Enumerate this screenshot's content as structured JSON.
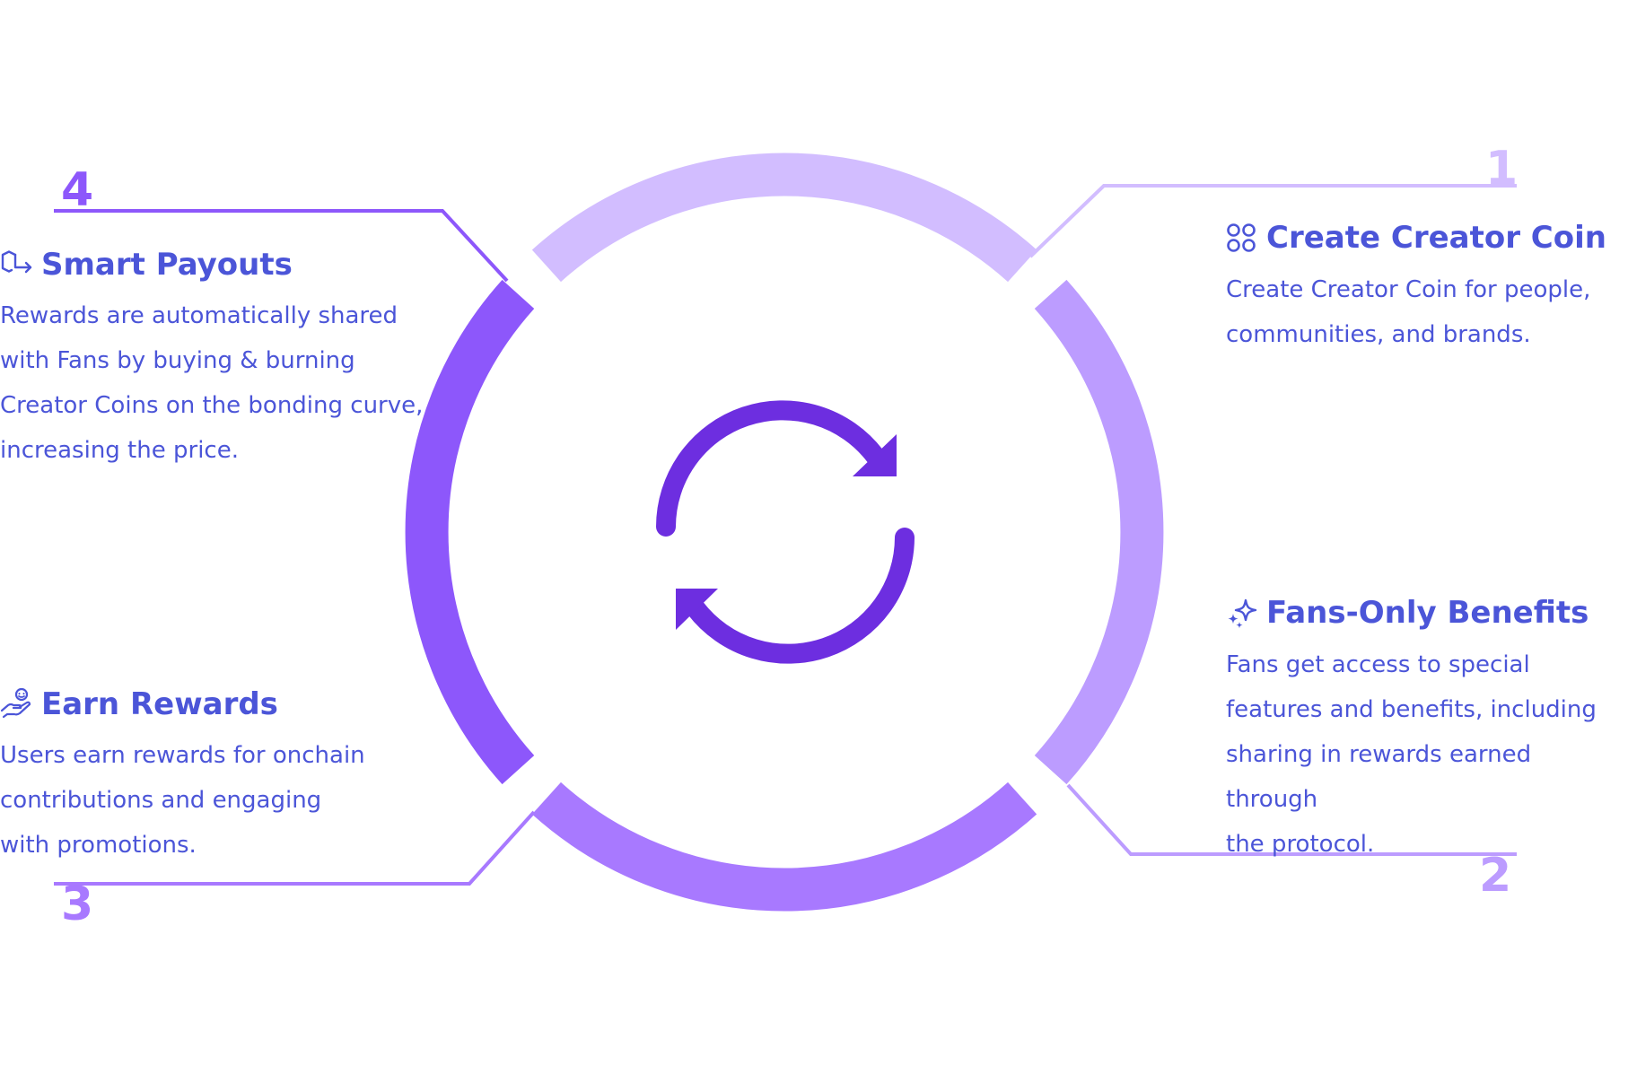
{
  "colors": {
    "text": "#4b55d8",
    "step1": "#d2bdff",
    "step2": "#bc9cff",
    "step3": "#a879ff",
    "step4": "#8d57fb",
    "center_icon": "#6d2ee0"
  },
  "steps": [
    {
      "number": "1",
      "title": "Create Creator Coin",
      "icon": "four-circles-icon",
      "description": [
        "Create Creator Coin for people,",
        "communities, and brands."
      ]
    },
    {
      "number": "2",
      "title": "Fans-Only Benefits",
      "icon": "sparkles-icon",
      "description": [
        "Fans get access to special",
        "features and benefits, including",
        "sharing in rewards earned through",
        "the protocol."
      ]
    },
    {
      "number": "3",
      "title": "Earn Rewards",
      "icon": "hand-coin-icon",
      "description": [
        "Users earn rewards for onchain",
        "contributions and engaging",
        "with promotions."
      ]
    },
    {
      "number": "4",
      "title": "Smart Payouts",
      "icon": "hexagon-arrow-icon",
      "description": [
        "Rewards are automatically shared",
        "with Fans by buying & burning",
        "Creator Coins on the bonding curve,",
        "increasing the price."
      ]
    }
  ],
  "center": {
    "icon": "refresh-cycle-icon"
  }
}
